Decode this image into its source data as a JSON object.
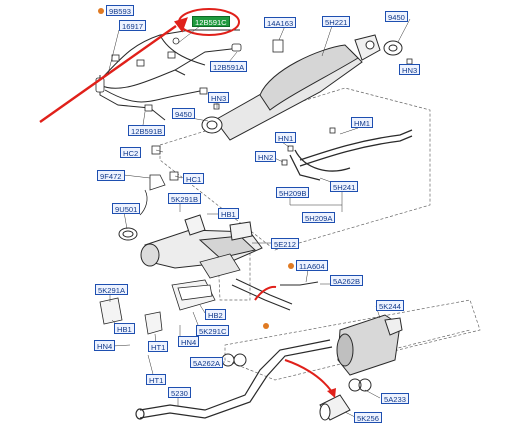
{
  "callouts": [
    {
      "id": "c1",
      "text": "9B593",
      "style": "blue",
      "dot": true
    },
    {
      "id": "c2",
      "text": "16917",
      "style": "blue"
    },
    {
      "id": "c3",
      "text": "12B591C",
      "style": "green"
    },
    {
      "id": "c4",
      "text": "14A163",
      "style": "blue"
    },
    {
      "id": "c5",
      "text": "5H221",
      "style": "blue"
    },
    {
      "id": "c6",
      "text": "9450",
      "style": "blue"
    },
    {
      "id": "c7",
      "text": "HN3",
      "style": "blue"
    },
    {
      "id": "c8",
      "text": "12B591A",
      "style": "blue"
    },
    {
      "id": "c9",
      "text": "HN3",
      "style": "blue"
    },
    {
      "id": "c10",
      "text": "9450",
      "style": "blue"
    },
    {
      "id": "c11",
      "text": "12B591B",
      "style": "blue"
    },
    {
      "id": "c12",
      "text": "HM1",
      "style": "blue"
    },
    {
      "id": "c13",
      "text": "HN1",
      "style": "blue"
    },
    {
      "id": "c14",
      "text": "HC2",
      "style": "blue"
    },
    {
      "id": "c15",
      "text": "HN2",
      "style": "blue"
    },
    {
      "id": "c16",
      "text": "9F472",
      "style": "blue"
    },
    {
      "id": "c17",
      "text": "HC1",
      "style": "blue"
    },
    {
      "id": "c18",
      "text": "5H241",
      "style": "blue"
    },
    {
      "id": "c19",
      "text": "5H209B",
      "style": "blue"
    },
    {
      "id": "c20",
      "text": "5K291B",
      "style": "blue"
    },
    {
      "id": "c21",
      "text": "9U501",
      "style": "blue"
    },
    {
      "id": "c22",
      "text": "HB1",
      "style": "blue"
    },
    {
      "id": "c23",
      "text": "5H209A",
      "style": "blue"
    },
    {
      "id": "c24",
      "text": "5E212",
      "style": "blue"
    },
    {
      "id": "c25",
      "text": "11A604",
      "style": "blue",
      "dot": true
    },
    {
      "id": "c26",
      "text": "5A262B",
      "style": "blue"
    },
    {
      "id": "c27",
      "text": "5K291A",
      "style": "blue"
    },
    {
      "id": "c28",
      "text": "5K244",
      "style": "blue"
    },
    {
      "id": "c29",
      "text": "HB2",
      "style": "blue"
    },
    {
      "id": "c30",
      "text": "HB1",
      "style": "blue"
    },
    {
      "id": "c31",
      "text": "5K291C",
      "style": "blue"
    },
    {
      "id": "c32",
      "text": "HN4",
      "style": "blue"
    },
    {
      "id": "c33",
      "text": "HT1",
      "style": "blue"
    },
    {
      "id": "c34",
      "text": "HN4",
      "style": "blue"
    },
    {
      "id": "c35",
      "text": "5A262A",
      "style": "blue"
    },
    {
      "id": "c36",
      "text": "HT1",
      "style": "blue"
    },
    {
      "id": "c37",
      "text": "5230",
      "style": "blue"
    },
    {
      "id": "c38",
      "text": "5A233",
      "style": "blue"
    },
    {
      "id": "c39",
      "text": "5K256",
      "style": "blue"
    }
  ],
  "annotation": {
    "ellipse_color": "#e0201a",
    "arrow_color": "#e0201a"
  },
  "colors": {
    "line": "#2a2a2a",
    "dash": "#555555",
    "orange": "#e07a22",
    "red": "#e0201a"
  }
}
